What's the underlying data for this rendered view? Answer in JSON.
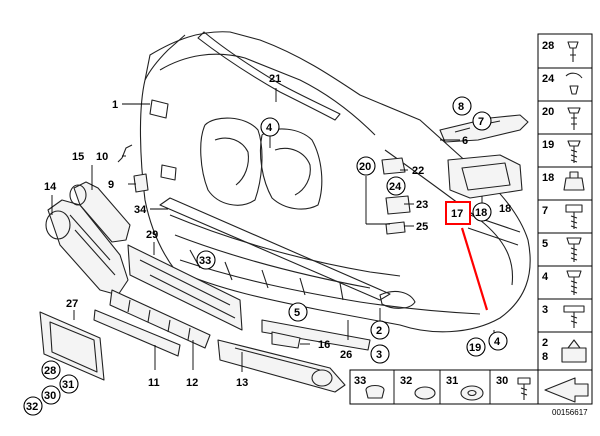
{
  "figure": {
    "doc_number": "00156617",
    "highlight_color": "#ff0000",
    "highlighted_part": "17"
  },
  "callouts": {
    "c1": "1",
    "c2": "2",
    "c3": "3",
    "c4a": "4",
    "c4b": "4",
    "c5": "5",
    "c6": "6",
    "c7": "7",
    "c8": "8",
    "c9": "9",
    "c10": "10",
    "c11": "11",
    "c12": "12",
    "c13": "13",
    "c14": "14",
    "c15": "15",
    "c16": "16",
    "c17": "17",
    "c18a": "18",
    "c18b": "18",
    "c19": "19",
    "c20": "20",
    "c21": "21",
    "c22": "22",
    "c23": "23",
    "c24": "24",
    "c25": "25",
    "c26": "26",
    "c27": "27",
    "c28": "28",
    "c29": "29",
    "c30": "30",
    "c31": "31",
    "c32": "32",
    "c33": "33",
    "c34": "34"
  },
  "legend_right": [
    "28",
    "24",
    "20",
    "19",
    "18",
    "7",
    "5",
    "4",
    "3",
    "2",
    "8"
  ],
  "legend_bottom": [
    "33",
    "32",
    "31",
    "30"
  ]
}
